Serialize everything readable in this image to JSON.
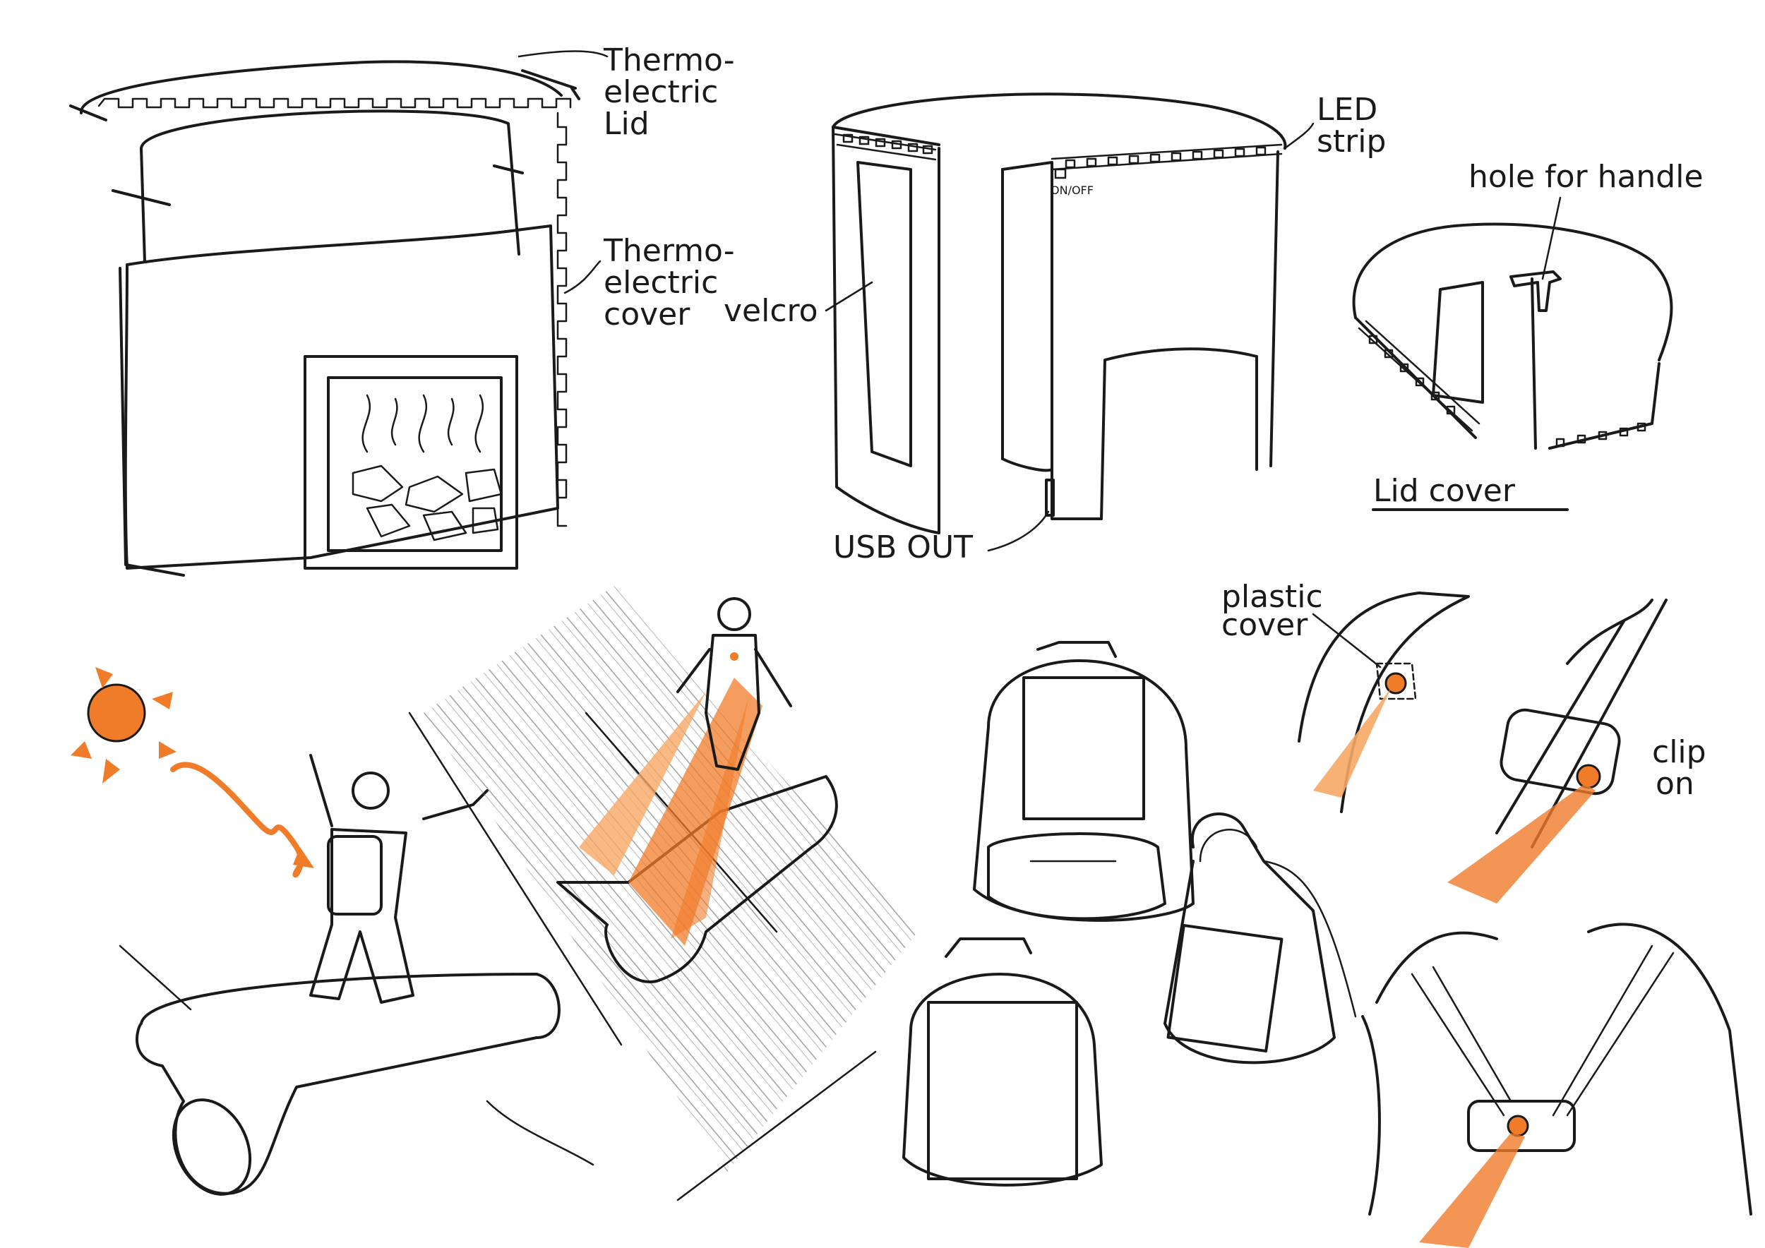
{
  "labels": {
    "thermo_lid": [
      "Thermo-",
      "electric",
      "Lid"
    ],
    "thermo_cover": [
      "Thermo-",
      "electric",
      "cover"
    ],
    "led_strip": [
      "LED",
      "strip"
    ],
    "velcro": "velcro",
    "on_off": "ON/OFF",
    "usb_out": "USB OUT",
    "hole_for_handle": "hole for handle",
    "lid_cover": "Lid cover",
    "plastic_cover": [
      "plastic",
      "cover"
    ],
    "clip_on": [
      "clip",
      "on"
    ]
  },
  "colors": {
    "ink": "#1a1a1a",
    "accent": "#f07c2a",
    "accent_light": "#f7a866",
    "paper": "#ffffff"
  }
}
